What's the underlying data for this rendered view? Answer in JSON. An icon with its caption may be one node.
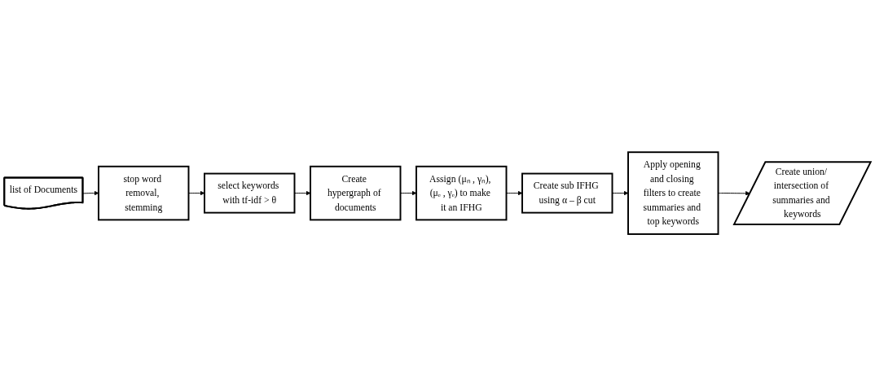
{
  "diagram": {
    "nodes": [
      {
        "text": [
          "list of Documents"
        ]
      },
      {
        "text": [
          "stop word removal, stemming"
        ]
      },
      {
        "text": [
          "select keywords with tf-idf > θ"
        ]
      },
      {
        "text": [
          "Create hypergraph of documents"
        ]
      },
      {
        "text": [
          "Assign (μₙ , γₙ), (μₑ , γₑ) to make it an IFHG"
        ]
      },
      {
        "text": [
          "Create sub IFHG using α – β cut"
        ]
      },
      {
        "text": [
          "Apply opening and closing filters to create summaries and top keywords"
        ]
      },
      {
        "text": [
          "Create union/ intersection of summaries and keywords"
        ]
      }
    ],
    "edges": [
      {
        "from": 0,
        "to": 1,
        "arrow": "to"
      },
      {
        "from": 1,
        "to": 2,
        "arrow": "to"
      },
      {
        "from": 2,
        "to": 3,
        "arrow": "to"
      },
      {
        "from": 3,
        "to": 4,
        "arrow": "to"
      },
      {
        "from": 4,
        "to": 5,
        "arrow": "to"
      },
      {
        "from": 5,
        "to": 6,
        "arrow": "to"
      },
      {
        "from": 6,
        "to": 7,
        "arrow": "to"
      }
    ]
  }
}
